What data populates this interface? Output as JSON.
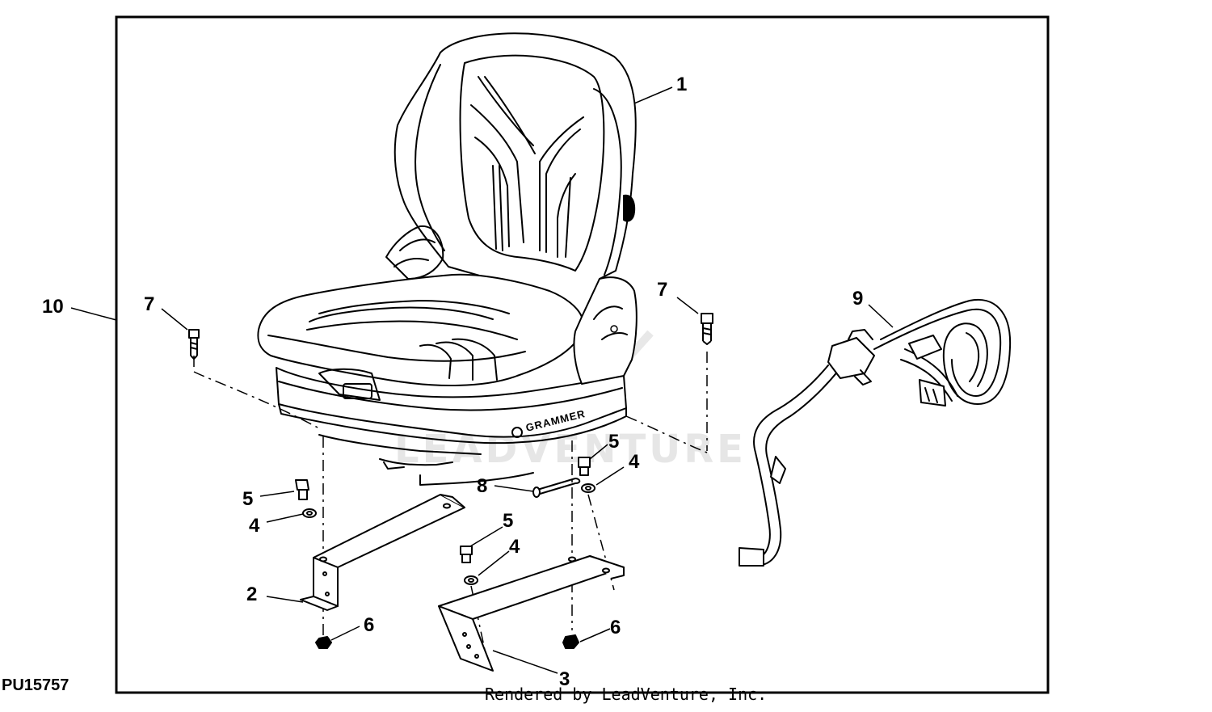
{
  "figure": {
    "id": "PU15757",
    "footer": "Rendered by LeadVenture, Inc.",
    "watermark": "LEADVENTURE",
    "seat_brand": "GRAMMER"
  },
  "callouts": [
    {
      "key": "c1",
      "text": "1"
    },
    {
      "key": "c10",
      "text": "10"
    },
    {
      "key": "c7a",
      "text": "7"
    },
    {
      "key": "c7b",
      "text": "7"
    },
    {
      "key": "c9",
      "text": "9"
    },
    {
      "key": "c5a",
      "text": "5"
    },
    {
      "key": "c4a",
      "text": "4"
    },
    {
      "key": "c8",
      "text": "8"
    },
    {
      "key": "c5b",
      "text": "5"
    },
    {
      "key": "c4b",
      "text": "4"
    },
    {
      "key": "c5c",
      "text": "5"
    },
    {
      "key": "c4c",
      "text": "4"
    },
    {
      "key": "c2",
      "text": "2"
    },
    {
      "key": "c6a",
      "text": "6"
    },
    {
      "key": "c6b",
      "text": "6"
    },
    {
      "key": "c3",
      "text": "3"
    }
  ],
  "colors": {
    "ink": "#000000",
    "paper": "#ffffff",
    "watermark": "#e6e6e6"
  }
}
